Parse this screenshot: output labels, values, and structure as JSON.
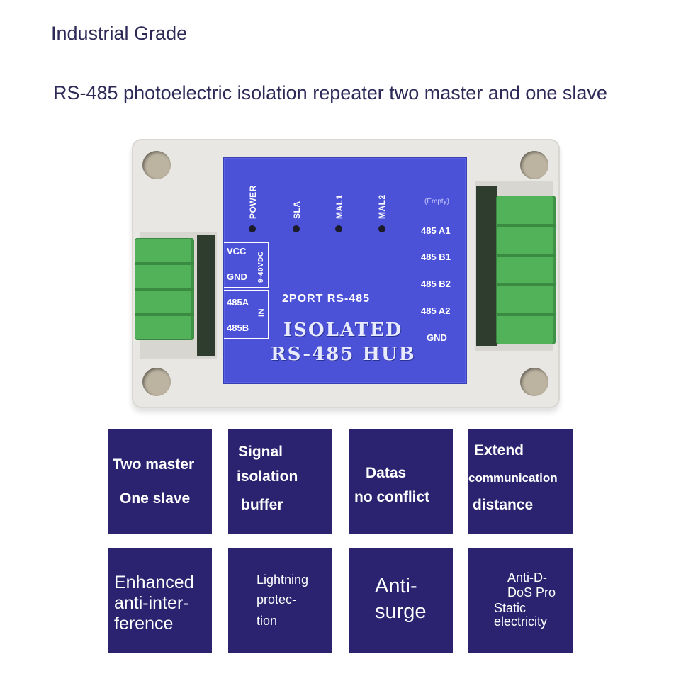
{
  "header": {
    "grade": "Industrial Grade",
    "title": "RS-485 photoelectric isolation repeater two master and one slave"
  },
  "device": {
    "leds": [
      "POWER",
      "SLA",
      "MAL1",
      "MAL2"
    ],
    "left_power": {
      "vcc": "VCC",
      "gnd": "GND",
      "range": "9-40VDC"
    },
    "left_in": {
      "a": "485A",
      "b": "485B",
      "tag": "IN"
    },
    "right_empty": "(Empty)",
    "right_pins": [
      "485 A1",
      "485 B1",
      "485 B2",
      "485 A2",
      "GND"
    ],
    "subtitle": "2PORT RS-485",
    "title_line1": "ISOLATED",
    "title_line2": "RS-485 HUB",
    "colors": {
      "panel": "#4b52d8",
      "terminal": "#52b25a",
      "enclosure": "#e9e7e3"
    }
  },
  "features": [
    {
      "lines": [
        "Two master",
        "One slave"
      ]
    },
    {
      "lines": [
        "Signal",
        "isolation",
        "buffer"
      ]
    },
    {
      "lines": [
        "Datas",
        "no conflict"
      ]
    },
    {
      "lines": [
        "Extend",
        "communication",
        "distance"
      ]
    },
    {
      "lines": [
        "Enhanced",
        "anti-inter-",
        "ference"
      ]
    },
    {
      "lines": [
        "Lightning",
        "protec-",
        "tion"
      ]
    },
    {
      "lines": [
        "Anti-",
        "surge"
      ]
    },
    {
      "lines": [
        "Anti-D-",
        "DoS Pro",
        "Static",
        "electricity"
      ]
    }
  ],
  "tile_color": "#2b2370"
}
